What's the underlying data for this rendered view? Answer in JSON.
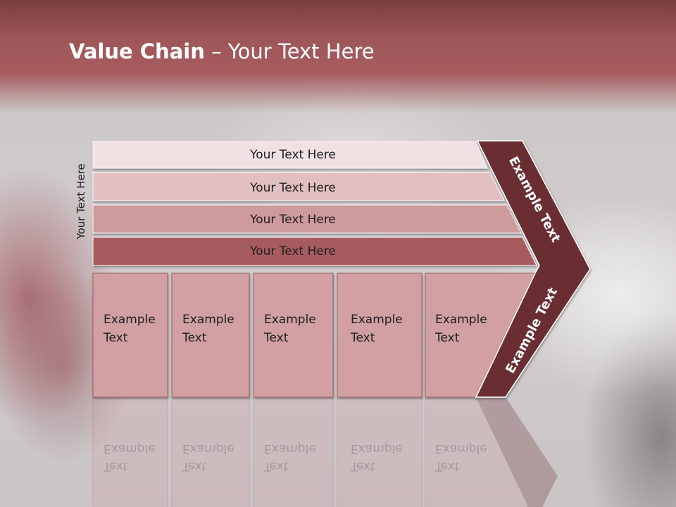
{
  "title": {
    "bold": "Value Chain",
    "rest": " – Your Text Here"
  },
  "side_label": "Your Text Here",
  "bars": [
    {
      "label": "Your Text Here",
      "fill": "#f1e1e2"
    },
    {
      "label": "Your Text Here",
      "fill": "#e2c0c2"
    },
    {
      "label": "Your Text Here",
      "fill": "#cf9a9c"
    },
    {
      "label": "Your Text Here",
      "fill": "#a65c5e"
    }
  ],
  "boxes": [
    {
      "line1": "Example",
      "line2": "Text"
    },
    {
      "line1": "Example",
      "line2": "Text"
    },
    {
      "line1": "Example",
      "line2": "Text"
    },
    {
      "line1": "Example",
      "line2": "Text"
    },
    {
      "line1": "Example",
      "line2": "Text"
    }
  ],
  "chevron": {
    "upper": "Example Text",
    "lower": "Example Text"
  },
  "colors": {
    "header": "#a85d5f",
    "chevron": "#6b2f32",
    "box_fill": "#d2a0a2",
    "box_stroke": "#9b6062"
  }
}
